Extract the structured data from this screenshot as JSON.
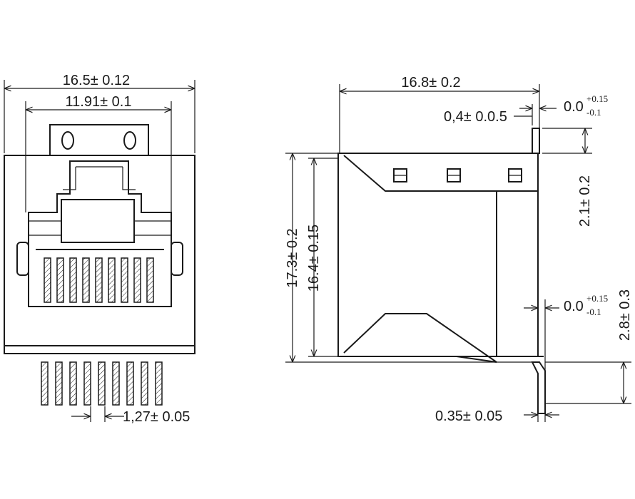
{
  "front_view": {
    "overall_width": "16.5± 0.12",
    "inner_width": "11.91± 0.1",
    "pin_pitch": "1,27± 0.05"
  },
  "side_view": {
    "depth": "16.8± 0.2",
    "top_offset": "0,4± 0.0.5",
    "top_tol_main": "0.0",
    "top_tol_plus": "+0.15",
    "top_tol_minus": "-0.1",
    "tab_height": "2.1± 0.2",
    "mid_tol_main": "0.0",
    "mid_tol_plus": "+0.15",
    "mid_tol_minus": "-0.1",
    "pin_length": "2.8± 0.3",
    "total_height": "17.3± 0.2",
    "body_height": "16.4± 0.15",
    "pin_thickness": "0.35± 0.05"
  }
}
